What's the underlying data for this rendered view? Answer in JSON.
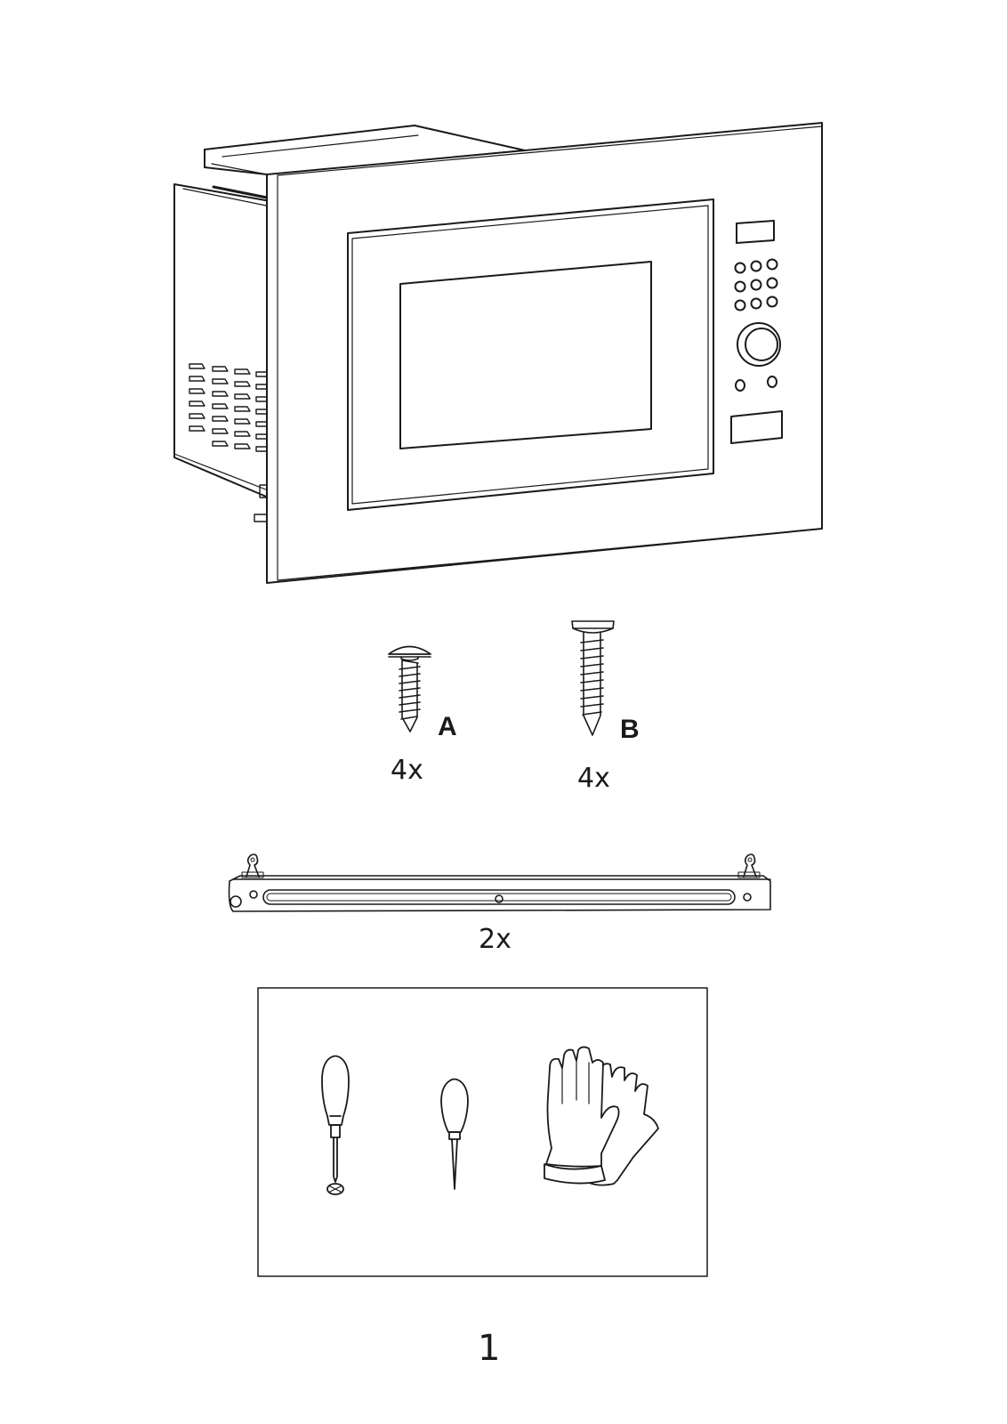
{
  "parts": {
    "screw_a": {
      "letter": "A",
      "quantity": "4x"
    },
    "screw_b": {
      "letter": "B",
      "quantity": "4x"
    },
    "bracket": {
      "quantity": "2x"
    }
  },
  "tools": {
    "items": [
      "phillips-screwdriver-icon",
      "awl-icon",
      "gloves-icon"
    ]
  },
  "page": {
    "number": "1"
  },
  "style": {
    "line_color": "#1a1a1a",
    "background": "#ffffff"
  }
}
